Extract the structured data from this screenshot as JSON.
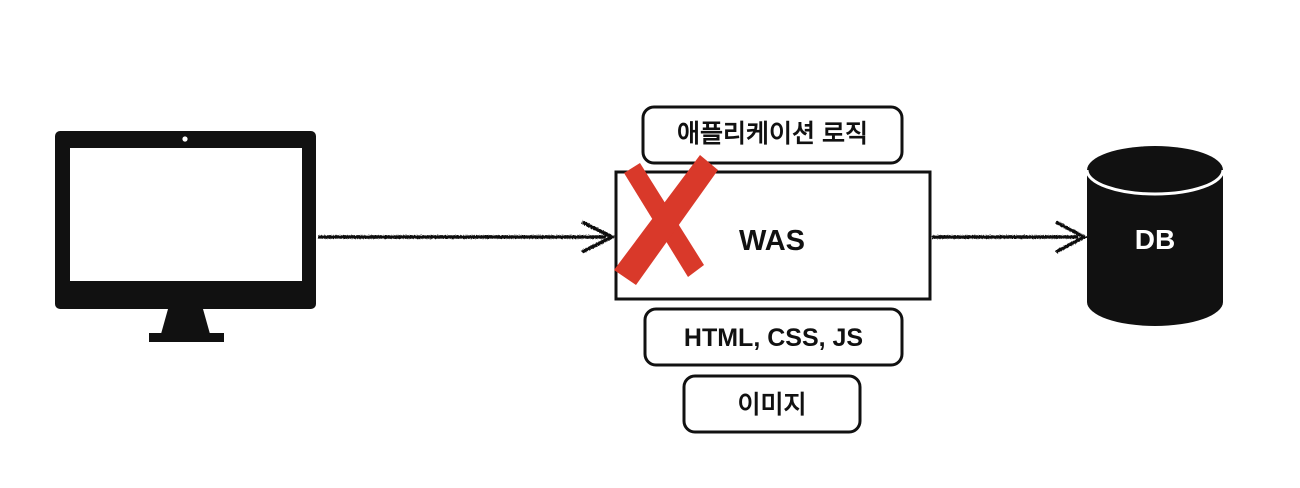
{
  "labels": {
    "app_logic": "애플리케이션 로직",
    "was": "WAS",
    "static": "HTML, CSS, JS",
    "image": "이미지",
    "db": "DB"
  },
  "icons": {
    "client": "desktop-monitor-icon",
    "database": "database-cylinder-icon",
    "crossed_out": "red-x-mark"
  },
  "colors": {
    "stroke": "#111111",
    "x_mark": "#d9392a",
    "db_text": "#ffffff"
  }
}
